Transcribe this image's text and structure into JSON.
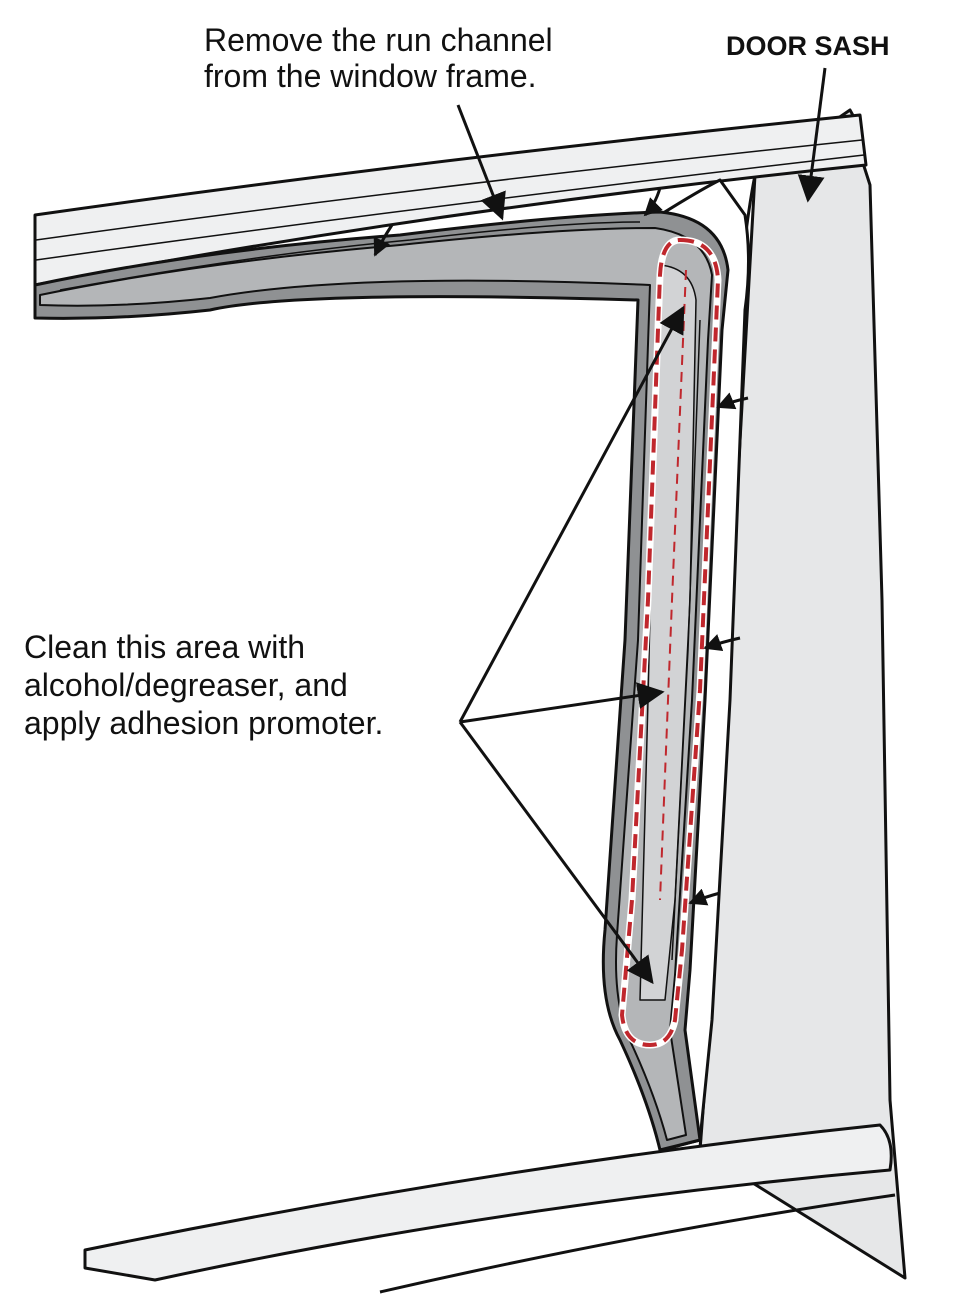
{
  "labels": {
    "remove_run_channel": {
      "line1": "Remove the run channel",
      "line2": "from the window frame."
    },
    "door_sash": "DOOR SASH",
    "clean_area": {
      "line1": "Clean this area with",
      "line2": "alcohol/degreaser, and",
      "line3": "apply adhesion promoter."
    }
  },
  "colors": {
    "outline": "#111111",
    "sash_fill": "#e6e7e8",
    "rail_fill": "#eff0f1",
    "channel_dark": "#8f9193",
    "channel_mid": "#b4b6b8",
    "channel_light": "#d2d3d5",
    "highlight_dash": "#c0272d"
  }
}
